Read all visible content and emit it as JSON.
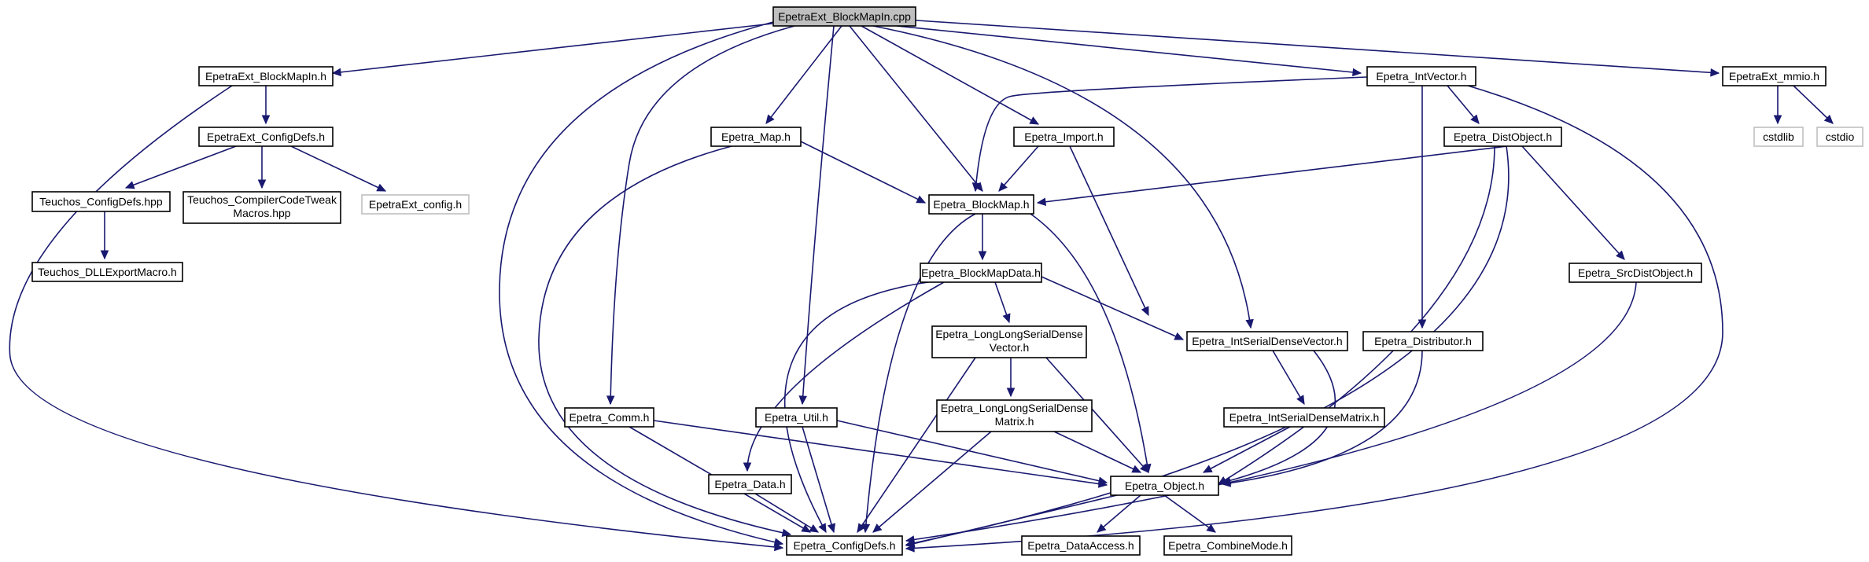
{
  "nodes": {
    "root": "EpetraExt_BlockMapIn.cpp",
    "bmin_h": "EpetraExt_BlockMapIn.h",
    "ext_configdefs": "EpetraExt_ConfigDefs.h",
    "teuchos_configdefs": "Teuchos_ConfigDefs.hpp",
    "teuchos_compiler": [
      "Teuchos_CompilerCodeTweak",
      "Macros.hpp"
    ],
    "ext_config": "EpetraExt_config.h",
    "teuchos_dll": "Teuchos_DLLExportMacro.h",
    "map_h": "Epetra_Map.h",
    "import_h": "Epetra_Import.h",
    "intvector_h": "Epetra_IntVector.h",
    "mmio_h": "EpetraExt_mmio.h",
    "cstdlib": "cstdlib",
    "cstdio": "cstdio",
    "distobject_h": "Epetra_DistObject.h",
    "blockmap_h": "Epetra_BlockMap.h",
    "blockmapdata_h": "Epetra_BlockMapData.h",
    "srcdistobject_h": "Epetra_SrcDistObject.h",
    "llsdv_h": [
      "Epetra_LongLongSerialDense",
      "Vector.h"
    ],
    "intsdv_h": "Epetra_IntSerialDenseVector.h",
    "distributor_h": "Epetra_Distributor.h",
    "comm_h": "Epetra_Comm.h",
    "util_h": "Epetra_Util.h",
    "llsdm_h": [
      "Epetra_LongLongSerialDense",
      "Matrix.h"
    ],
    "intsdm_h": "Epetra_IntSerialDenseMatrix.h",
    "data_h": "Epetra_Data.h",
    "object_h": "Epetra_Object.h",
    "configdefs_h": "Epetra_ConfigDefs.h",
    "dataaccess_h": "Epetra_DataAccess.h",
    "combinemode_h": "Epetra_CombineMode.h"
  },
  "colors": {
    "edge": "#191970",
    "node_border": "#000000",
    "external_border": "#bfbfbf",
    "root_fill": "#bfbfbf"
  }
}
